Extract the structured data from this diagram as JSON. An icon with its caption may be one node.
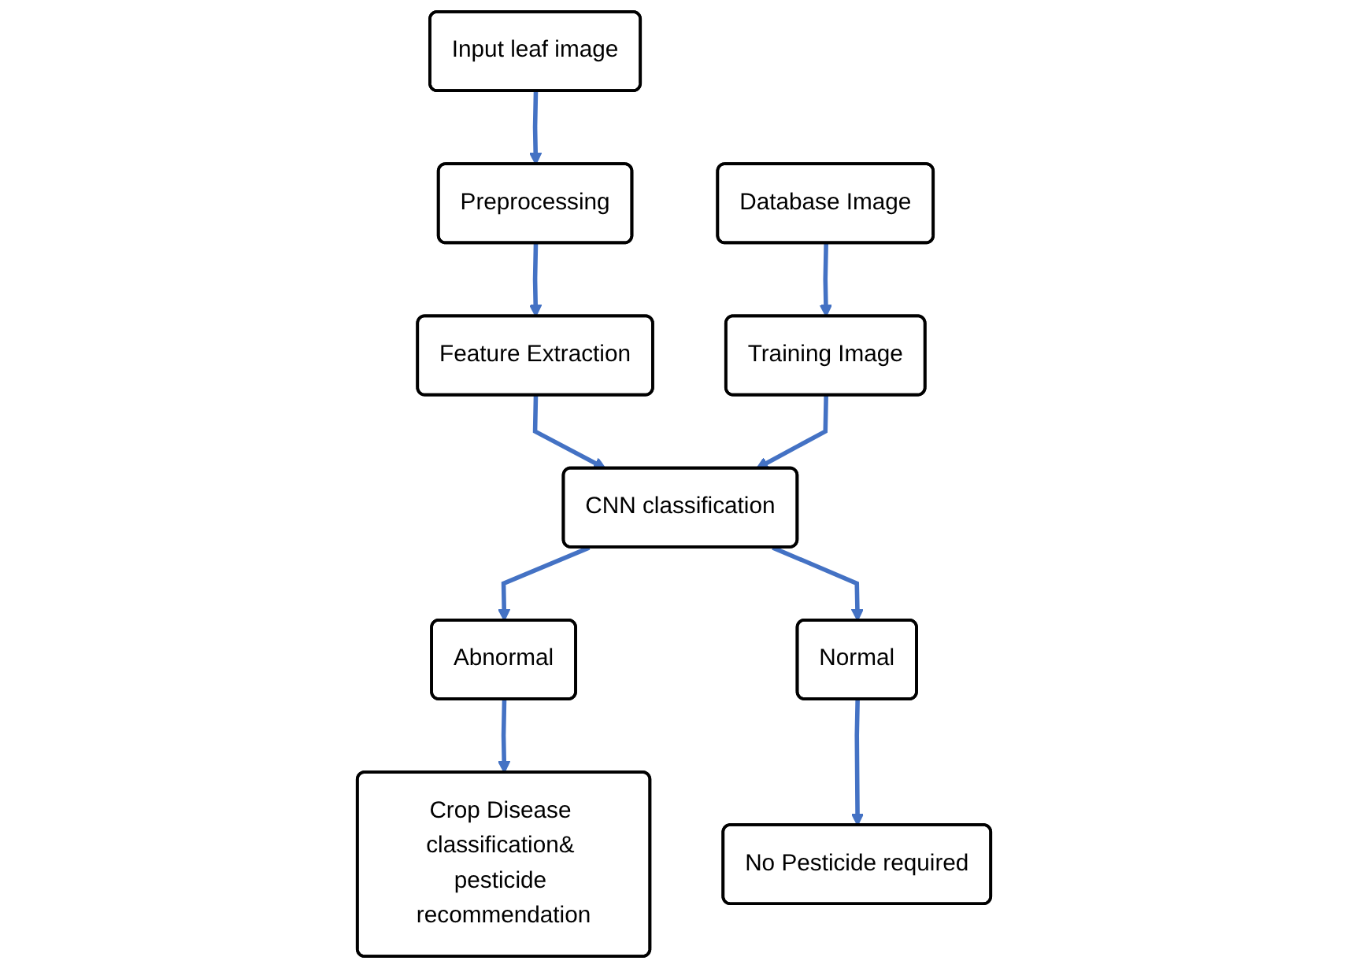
{
  "diagram": {
    "nodes": [
      {
        "text": [
          "Input leaf image"
        ]
      },
      {
        "text": [
          "Preprocessing"
        ]
      },
      {
        "text": [
          "Feature Extraction"
        ]
      },
      {
        "text": [
          "Database Image"
        ]
      },
      {
        "text": [
          "Training Image"
        ]
      },
      {
        "text": [
          "CNN classification"
        ]
      },
      {
        "text": [
          "Abnormal"
        ]
      },
      {
        "text": [
          "Normal"
        ]
      },
      {
        "text": [
          "Crop Disease classification& pesticide recommendation"
        ]
      },
      {
        "text": [
          "No Pesticide required"
        ]
      }
    ],
    "edges": [
      {
        "from": 0,
        "to": 1,
        "arrow": "to"
      },
      {
        "from": 1,
        "to": 2,
        "arrow": "to"
      },
      {
        "from": 2,
        "to": 5,
        "arrow": "to"
      },
      {
        "from": 3,
        "to": 4,
        "arrow": "to"
      },
      {
        "from": 4,
        "to": 5,
        "arrow": "to"
      },
      {
        "from": 5,
        "to": 6,
        "arrow": "to"
      },
      {
        "from": 5,
        "to": 7,
        "arrow": "to"
      },
      {
        "from": 6,
        "to": 8,
        "arrow": "to"
      },
      {
        "from": 7,
        "to": 9,
        "arrow": "to"
      }
    ]
  }
}
